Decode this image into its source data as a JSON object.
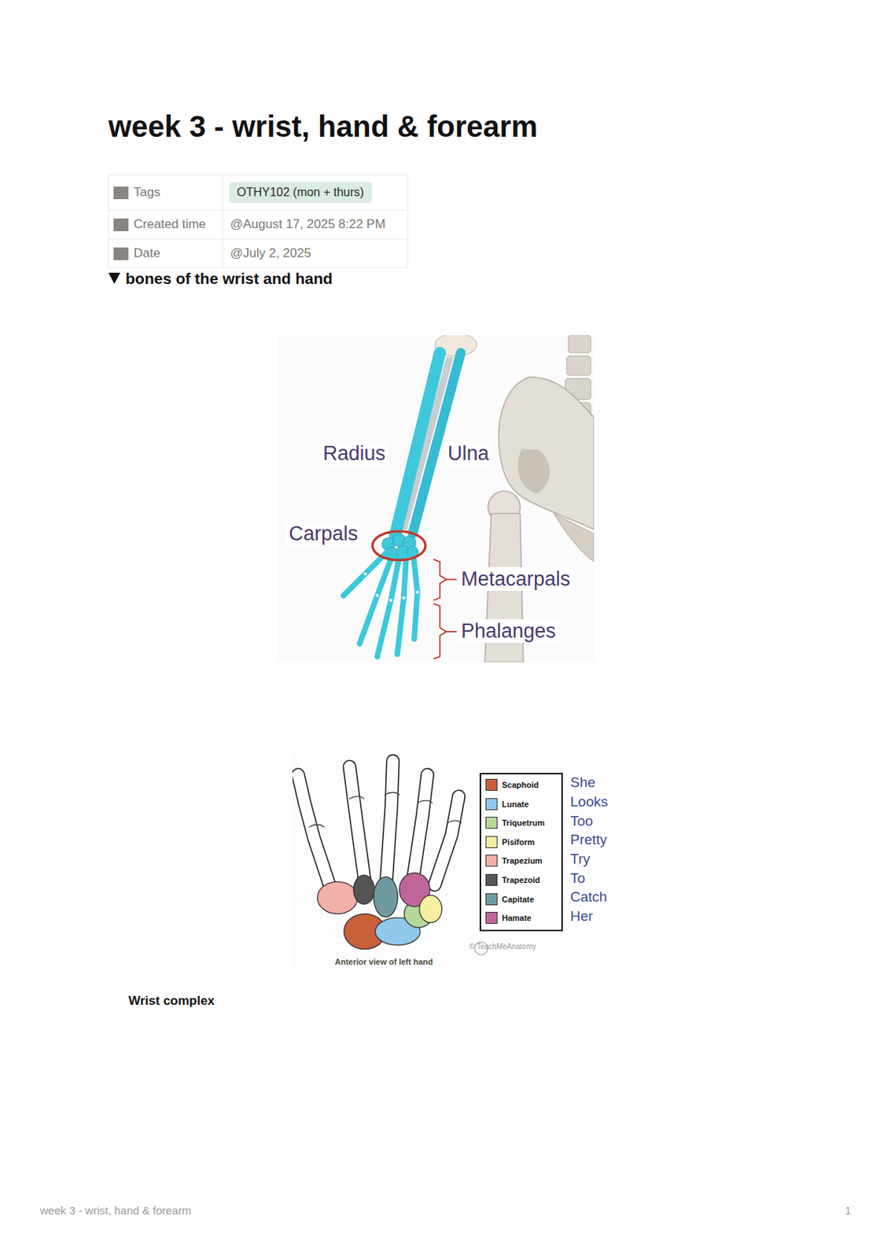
{
  "diagram": {
    "title": "week 3 - wrist, hand & forearm",
    "nodes": [
      {
        "text": [
          "OTHY102 (mon + thurs)"
        ]
      }
    ],
    "labels": [
      "Tags",
      "Created time",
      "@August 17, 2025 8:22 PM",
      "Date",
      "@July 2, 2025",
      "bones of the wrist and hand",
      "Radius",
      "Ulna",
      "Carpals",
      "Metacarpals",
      "Phalanges",
      "She",
      "Looks",
      "Too",
      "Pretty",
      "Try",
      "To",
      "Catch",
      "Her",
      "Anterior view of left hand",
      "© TeachMeAnatomy",
      "Wrist complex",
      "week 3 - wrist, hand & forearm",
      "1"
    ],
    "legend": [
      {
        "text": "Scaphoid",
        "color": "#c8603a"
      },
      {
        "text": "Lunate",
        "color": "#8fc8ea"
      },
      {
        "text": "Triquetrum",
        "color": "#b5d79a"
      },
      {
        "text": "Pisiform",
        "color": "#f5f0a0"
      },
      {
        "text": "Trapezium",
        "color": "#f2b0a8"
      },
      {
        "text": "Trapezoid",
        "color": "#555555"
      },
      {
        "text": "Capitate",
        "color": "#6f9aa0"
      },
      {
        "text": "Hamate",
        "color": "#c0659a"
      }
    ]
  }
}
